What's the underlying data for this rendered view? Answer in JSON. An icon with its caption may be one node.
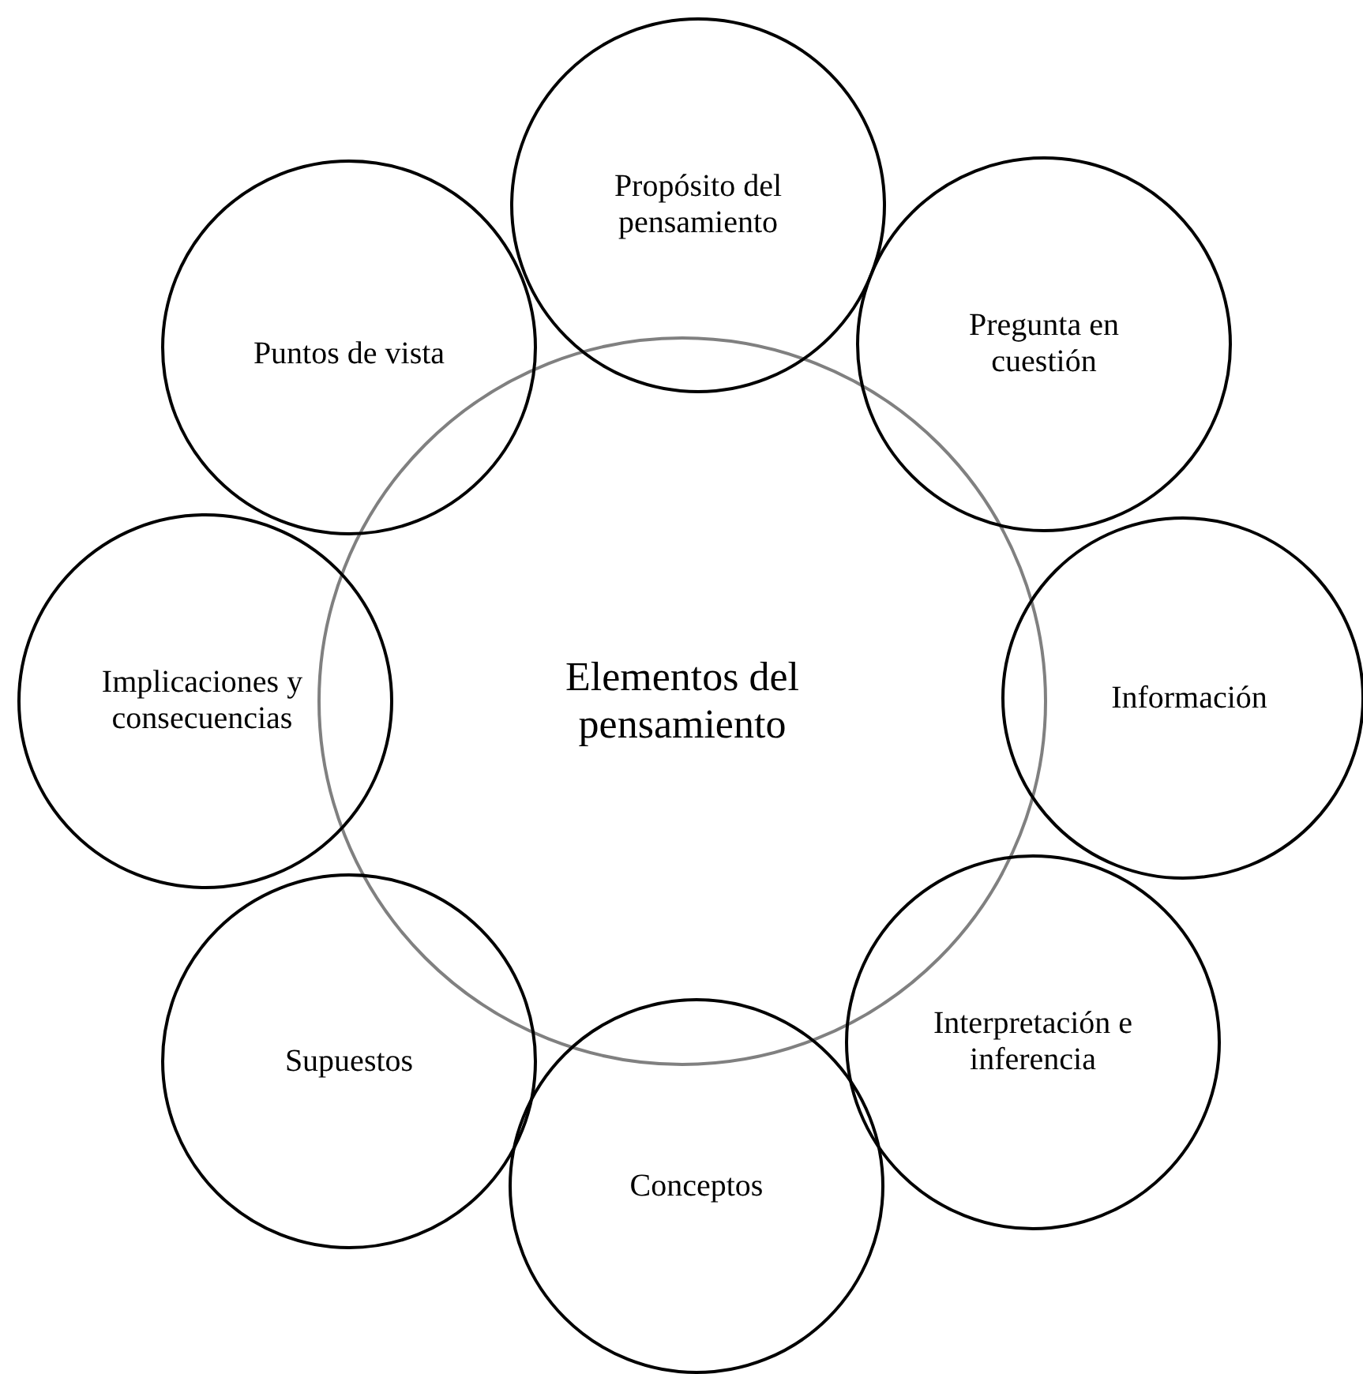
{
  "diagram": {
    "nodes": [
      {
        "text": [
          "Elementos del pensamiento"
        ]
      },
      {
        "text": [
          "Propósito del pensamiento"
        ]
      },
      {
        "text": [
          "Puntos de vista"
        ]
      },
      {
        "text": [
          "Pregunta en cuestión"
        ]
      },
      {
        "text": [
          "Implicaciones y consecuencias"
        ]
      },
      {
        "text": [
          "Información"
        ]
      },
      {
        "text": [
          "Supuestos"
        ]
      },
      {
        "text": [
          "Interpretación e inferencia"
        ]
      },
      {
        "text": [
          "Conceptos"
        ]
      }
    ]
  }
}
